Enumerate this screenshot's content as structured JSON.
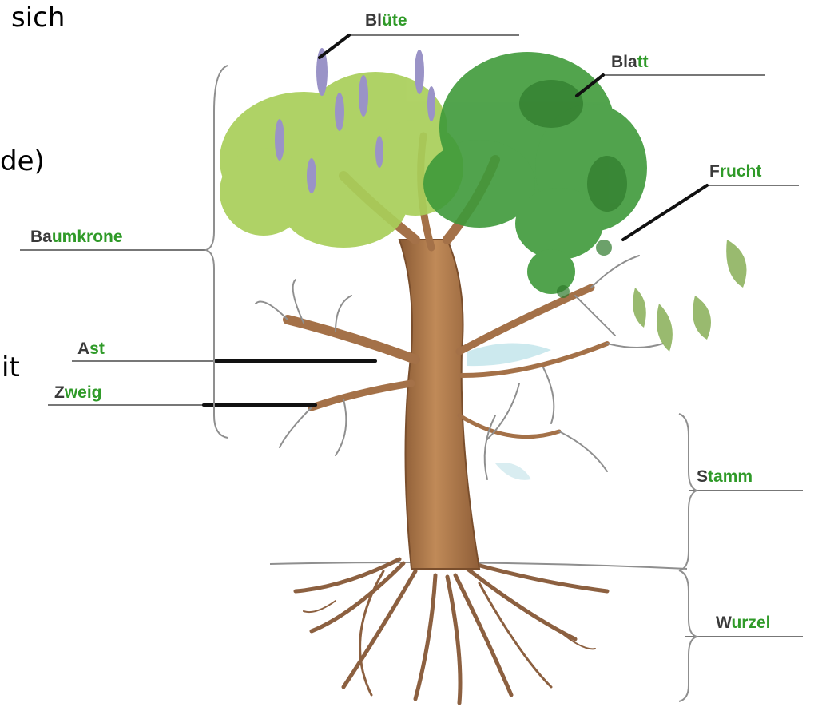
{
  "fragments": [
    "sich",
    "de)",
    "it"
  ],
  "labels": {
    "bluete": [
      "Bl",
      "üte"
    ],
    "blatt": [
      "Bla",
      "tt"
    ],
    "frucht": [
      "F",
      "rucht"
    ],
    "baumkrone": [
      "Ba",
      "umkrone"
    ],
    "ast": [
      "A",
      "st"
    ],
    "zweig": [
      "Z",
      "weig"
    ],
    "stamm": [
      "S",
      "tamm"
    ],
    "wurzel": [
      "W",
      "urzel"
    ]
  },
  "colors": {
    "label_dark": "#3a3a3a",
    "label_green": "#2f9a28",
    "line": "#777777",
    "bark": "#a8754a",
    "foliage_light": "#a9cf5a",
    "foliage_dark": "#3f9a3a",
    "blossom": "#9a93c7"
  }
}
